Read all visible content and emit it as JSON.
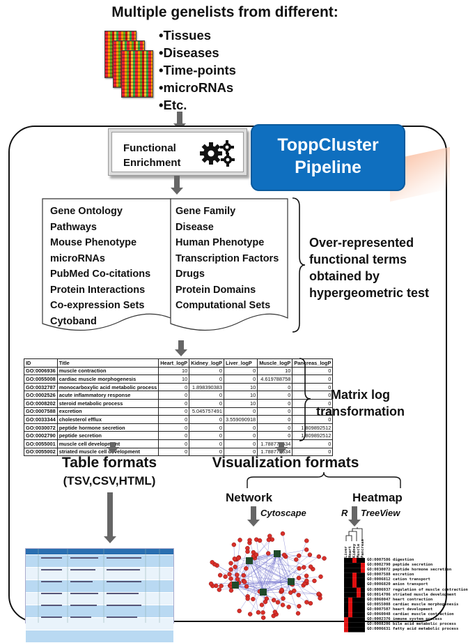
{
  "header": {
    "title": "Multiple genelists from different:",
    "bullets": [
      "•Tissues",
      "•Diseases",
      "•Time-points",
      "•microRNAs",
      "•Etc."
    ]
  },
  "enrichment": {
    "label_line1": "Functional",
    "label_line2": "Enrichment"
  },
  "pipeline": {
    "line1": "ToppCluster",
    "line2": "Pipeline",
    "color": "#0f6fbf"
  },
  "categories": {
    "left": [
      "Gene Ontology",
      "Pathways",
      "Mouse Phenotype",
      "microRNAs",
      "PubMed Co-citations",
      "Protein Interactions",
      "Co-expression Sets",
      "Cytoband"
    ],
    "right": [
      "Gene Family",
      "Disease",
      "Human Phenotype",
      "Transcription Factors",
      "Drugs",
      "Protein Domains",
      "Computational Sets"
    ],
    "description": [
      "Over-represented",
      "functional terms",
      "obtained by",
      "hypergeometric test"
    ]
  },
  "matrix": {
    "headers": [
      "ID",
      "Title",
      "Heart_logP",
      "Kidney_logP",
      "Liver_logP",
      "Muscle_logP",
      "Pancreas_logP"
    ],
    "rows": [
      [
        "GO:0006936",
        "muscle contraction",
        "10",
        "0",
        "0",
        "10",
        "0"
      ],
      [
        "GO:0055008",
        "cardiac muscle morphogenesis",
        "10",
        "0",
        "0",
        "4.619788758",
        "0"
      ],
      [
        "GO:0032787",
        "monocarboxylic acid metabolic process",
        "0",
        "1.898390383",
        "10",
        "0",
        "0"
      ],
      [
        "GO:0002526",
        "acute inflammatory response",
        "0",
        "0",
        "10",
        "0",
        "0"
      ],
      [
        "GO:0008202",
        "steroid metabolic process",
        "0",
        "0",
        "10",
        "0",
        "0"
      ],
      [
        "GO:0007588",
        "excretion",
        "0",
        "5.045757491",
        "0",
        "0",
        "0"
      ],
      [
        "GO:0033344",
        "cholesterol efflux",
        "0",
        "0",
        "3.559090918",
        "0",
        "0"
      ],
      [
        "GO:0030072",
        "peptide hormone secretion",
        "0",
        "0",
        "0",
        "0",
        "1.809892512"
      ],
      [
        "GO:0002790",
        "peptide secretion",
        "0",
        "0",
        "0",
        "0",
        "1.809892512"
      ],
      [
        "GO:0055001",
        "muscle cell development",
        "0",
        "0",
        "0",
        "1.788772634",
        "0"
      ],
      [
        "GO:0055002",
        "striated muscle cell development",
        "0",
        "0",
        "0",
        "1.788772634",
        "0"
      ]
    ],
    "description": [
      "Matrix log",
      "transformation"
    ]
  },
  "formats": {
    "table_title": "Table formats",
    "table_sub": "(TSV,CSV,HTML)",
    "viz_title": "Visualization formats",
    "network_label": "Network",
    "network_tool": "Cytoscape",
    "heatmap_label": "Heatmap",
    "heatmap_tool_r": "R",
    "heatmap_tool": "TreeView"
  },
  "heatmap_terms": [
    "GO:0007586 digestion",
    "GO:0002790 peptide secretion",
    "GO:0030072 peptide hormone secretion",
    "GO:0007588 excretion",
    "GO:0006812 cation transport",
    "GO:0006820 anion transport",
    "GO:0006937 regulation of muscle contraction",
    "GO:0014706 striated muscle development",
    "GO:0060047 heart contraction",
    "GO:0055008 cardiac muscle morphogenesis",
    "GO:0007507 heart development",
    "GO:0060048 cardiac muscle contraction",
    "GO:0002376 immune system process",
    "GO:0008206 bile acid metabolic process",
    "GO:0006631 fatty acid metabolic process"
  ],
  "heatmap_columns": [
    "Liver",
    "Heart",
    "Kidney",
    "Muscle",
    "Pancreas"
  ]
}
